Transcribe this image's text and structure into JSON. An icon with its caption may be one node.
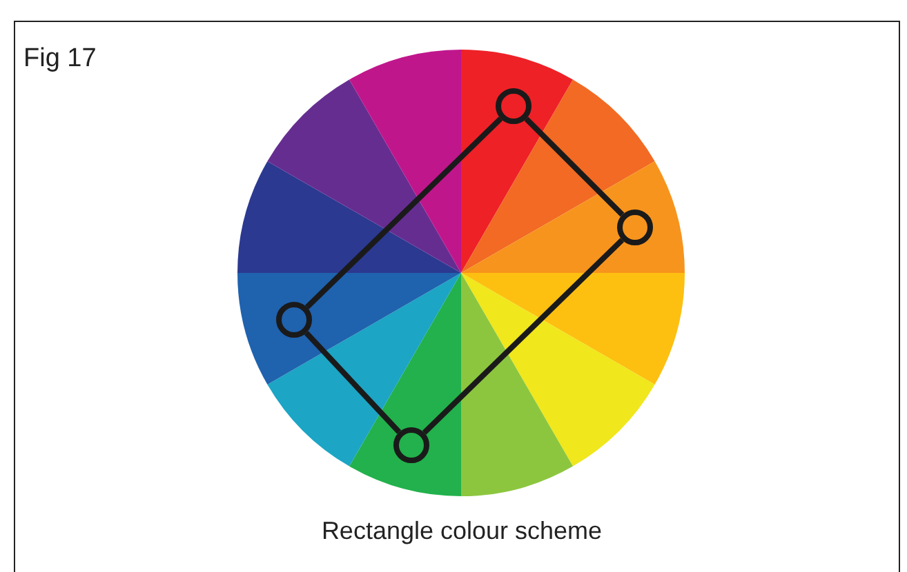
{
  "diagram": {
    "title": "Fig 17",
    "caption": "Rectangle colour scheme",
    "nodes": [
      {
        "text": [],
        "shape": "circle"
      },
      {
        "text": [],
        "shape": "circle"
      },
      {
        "text": [],
        "shape": "circle"
      },
      {
        "text": [],
        "shape": "circle"
      }
    ],
    "edges": [
      {
        "from": 0,
        "to": 1,
        "arrow": "none"
      },
      {
        "from": 1,
        "to": 3,
        "arrow": "none"
      },
      {
        "from": 3,
        "to": 2,
        "arrow": "none"
      },
      {
        "from": 2,
        "to": 0,
        "arrow": "none"
      }
    ]
  }
}
